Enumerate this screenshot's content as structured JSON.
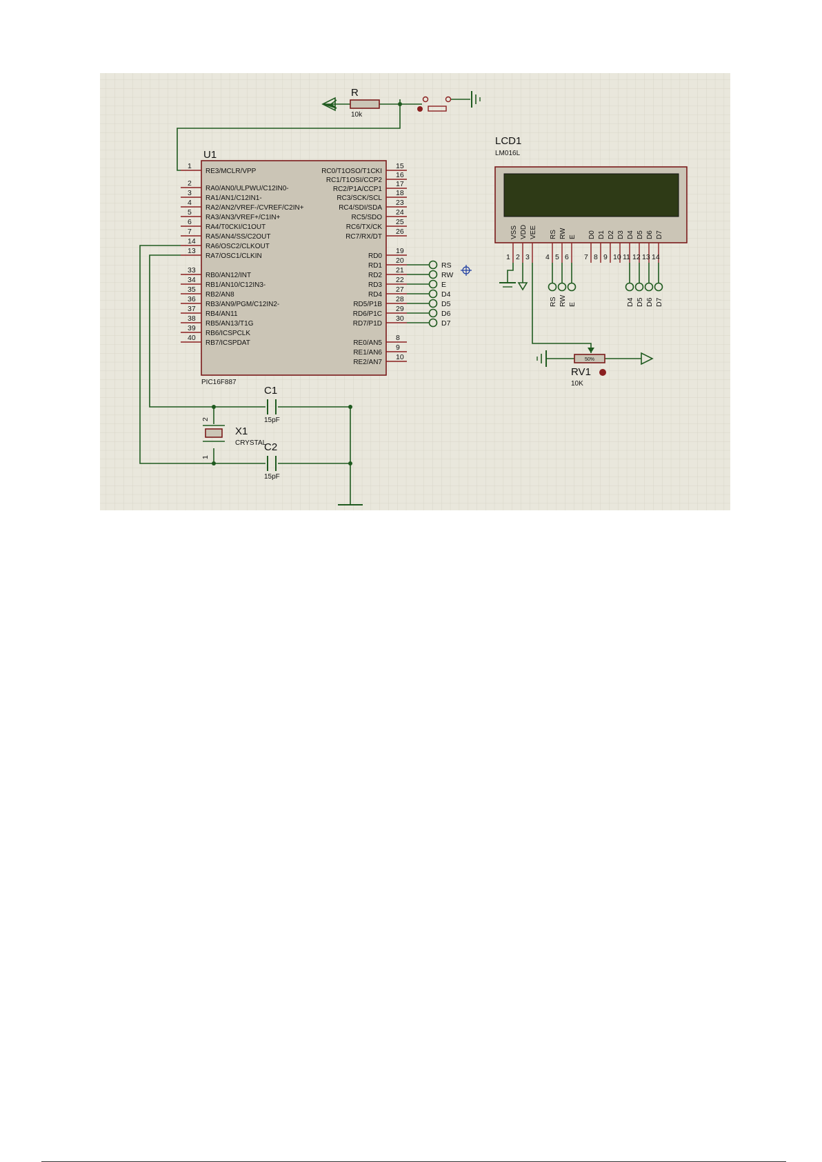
{
  "mcu": {
    "ref": "U1",
    "part": "PIC16F887",
    "left_pins": [
      {
        "num": "1",
        "label": "RE3/MCLR/VPP"
      },
      {
        "num": "2",
        "label": "RA0/AN0/ULPWU/C12IN0-"
      },
      {
        "num": "3",
        "label": "RA1/AN1/C12IN1-"
      },
      {
        "num": "4",
        "label": "RA2/AN2/VREF-/CVREF/C2IN+"
      },
      {
        "num": "5",
        "label": "RA3/AN3/VREF+/C1IN+"
      },
      {
        "num": "6",
        "label": "RA4/T0CKI/C1OUT"
      },
      {
        "num": "7",
        "label": "RA5/AN4/SS/C2OUT"
      },
      {
        "num": "14",
        "label": "RA6/OSC2/CLKOUT"
      },
      {
        "num": "13",
        "label": "RA7/OSC1/CLKIN"
      },
      {
        "num": "33",
        "label": "RB0/AN12/INT"
      },
      {
        "num": "34",
        "label": "RB1/AN10/C12IN3-"
      },
      {
        "num": "35",
        "label": "RB2/AN8"
      },
      {
        "num": "36",
        "label": "RB3/AN9/PGM/C12IN2-"
      },
      {
        "num": "37",
        "label": "RB4/AN11"
      },
      {
        "num": "38",
        "label": "RB5/AN13/T1G"
      },
      {
        "num": "39",
        "label": "RB6/ICSPCLK"
      },
      {
        "num": "40",
        "label": "RB7/ICSPDAT"
      }
    ],
    "right_pins": [
      {
        "num": "15",
        "label": "RC0/T1OSO/T1CKI"
      },
      {
        "num": "16",
        "label": "RC1/T1OSI/CCP2"
      },
      {
        "num": "17",
        "label": "RC2/P1A/CCP1"
      },
      {
        "num": "18",
        "label": "RC3/SCK/SCL"
      },
      {
        "num": "23",
        "label": "RC4/SDI/SDA"
      },
      {
        "num": "24",
        "label": "RC5/SDO"
      },
      {
        "num": "25",
        "label": "RC6/TX/CK"
      },
      {
        "num": "26",
        "label": "RC7/RX/DT"
      },
      {
        "num": "19",
        "label": "RD0"
      },
      {
        "num": "20",
        "label": "RD1"
      },
      {
        "num": "21",
        "label": "RD2"
      },
      {
        "num": "22",
        "label": "RD3"
      },
      {
        "num": "27",
        "label": "RD4"
      },
      {
        "num": "28",
        "label": "RD5/P1B"
      },
      {
        "num": "29",
        "label": "RD6/P1C"
      },
      {
        "num": "30",
        "label": "RD7/P1D"
      },
      {
        "num": "8",
        "label": "RE0/AN5"
      },
      {
        "num": "9",
        "label": "RE1/AN6"
      },
      {
        "num": "10",
        "label": "RE2/AN7"
      }
    ],
    "mcu_terminals": [
      "RS",
      "RW",
      "E",
      "D4",
      "D5",
      "D6",
      "D7"
    ]
  },
  "lcd": {
    "ref": "LCD1",
    "part": "LM016L",
    "pins": [
      {
        "num": "1",
        "label": "VSS"
      },
      {
        "num": "2",
        "label": "VDD"
      },
      {
        "num": "3",
        "label": "VEE"
      },
      {
        "num": "4",
        "label": "RS"
      },
      {
        "num": "5",
        "label": "RW"
      },
      {
        "num": "6",
        "label": "E"
      },
      {
        "num": "7",
        "label": "D0"
      },
      {
        "num": "8",
        "label": "D1"
      },
      {
        "num": "9",
        "label": "D2"
      },
      {
        "num": "10",
        "label": "D3"
      },
      {
        "num": "11",
        "label": "D4"
      },
      {
        "num": "12",
        "label": "D5"
      },
      {
        "num": "13",
        "label": "D6"
      },
      {
        "num": "14",
        "label": "D7"
      }
    ],
    "terminals": [
      "RS",
      "RW",
      "E",
      "D4",
      "D5",
      "D6",
      "D7"
    ],
    "screen_color": "#2e3a16"
  },
  "resistor": {
    "ref": "R",
    "value": "10k"
  },
  "pot": {
    "ref": "RV1",
    "value": "10K",
    "wiper": "50%"
  },
  "c1": {
    "ref": "C1",
    "value": "15pF"
  },
  "c2": {
    "ref": "C2",
    "value": "15pF"
  },
  "crystal": {
    "ref": "X1",
    "value": "CRYSTAL",
    "pin_top": "2",
    "pin_bottom": "1"
  },
  "colors": {
    "grid_bg": "#e9e7dc",
    "grid_line": "#cfccbf",
    "wire": "#1f5a1f",
    "body": "#cbc5b6",
    "pin": "#8a1f1f"
  }
}
